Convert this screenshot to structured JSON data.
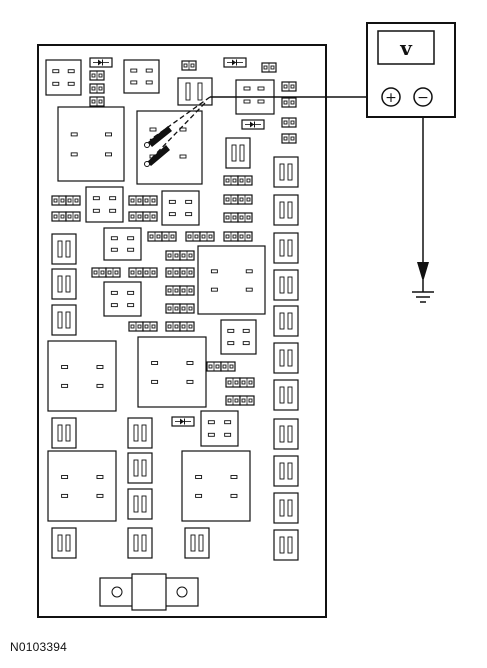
{
  "figure": {
    "id_label": "N0103394"
  },
  "meter": {
    "display_text": "v",
    "positive_symbol": "+",
    "negative_symbol": "−"
  },
  "components": {
    "mini_fuse": "mini-fuse",
    "maxi_fuse": "maxi-fuse",
    "micro_relay": "micro-relay",
    "mini_relay": "mini-relay",
    "iso_relay": "iso-relay",
    "diode": "diode",
    "high_current_fuse": "high-current-fuse"
  }
}
